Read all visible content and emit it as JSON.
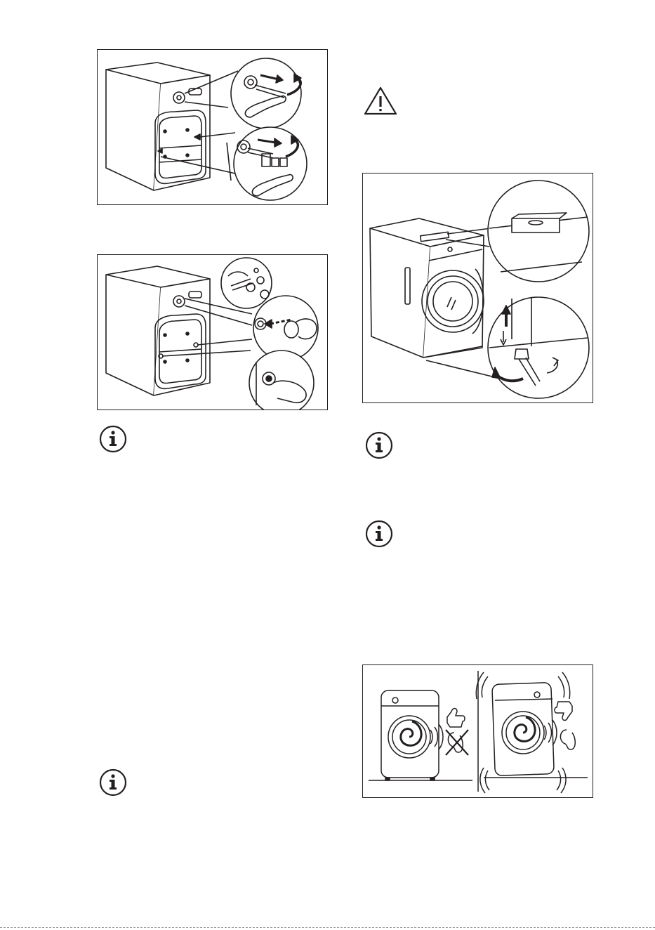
{
  "page": {
    "figures": [
      {
        "id": "fig-remove-transit-bolts",
        "icon": "wrench-bolt-removal-illustration"
      },
      {
        "id": "fig-insert-plastic-caps",
        "icon": "plastic-caps-insertion-illustration"
      },
      {
        "id": "fig-level-appliance",
        "icon": "spirit-level-feet-adjustment-illustration"
      },
      {
        "id": "fig-noise-comparison",
        "icon": "level-vs-unlevel-noise-illustration"
      }
    ],
    "notes": [
      {
        "icon": "info-icon"
      },
      {
        "icon": "info-icon"
      },
      {
        "icon": "info-icon"
      },
      {
        "icon": "info-icon"
      }
    ],
    "warnings": [
      {
        "icon": "warning-triangle-icon"
      }
    ]
  },
  "colors": {
    "ink": "#231f20",
    "background": "#ffffff"
  }
}
